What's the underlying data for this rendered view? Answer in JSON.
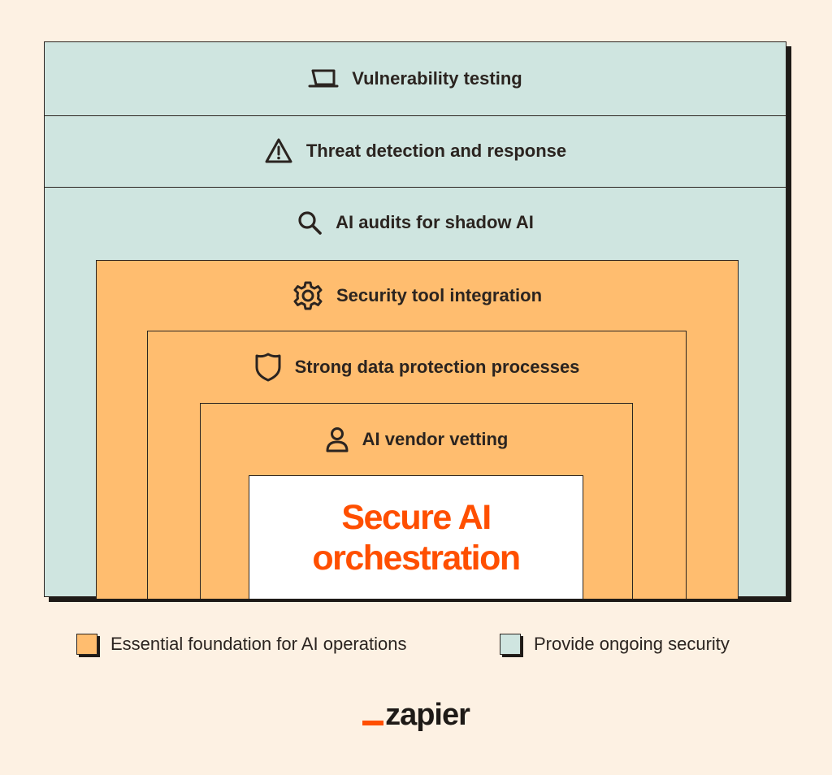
{
  "layers": {
    "vulnerability": {
      "label": "Vulnerability testing",
      "icon": "laptop-icon"
    },
    "threat": {
      "label": "Threat detection and response",
      "icon": "warning-icon"
    },
    "audits": {
      "label": "AI audits for shadow AI",
      "icon": "search-icon"
    },
    "security_tool": {
      "label": "Security tool integration",
      "icon": "gear-icon"
    },
    "data_protection": {
      "label": "Strong data protection processes",
      "icon": "shield-icon"
    },
    "vendor": {
      "label": "AI vendor vetting",
      "icon": "user-icon"
    },
    "core": {
      "line1": "Secure AI",
      "line2": "orchestration"
    }
  },
  "legend": [
    {
      "label": "Essential foundation for AI operations",
      "color": "#ffbd6f"
    },
    {
      "label": "Provide ongoing security",
      "color": "#cfe5e0"
    }
  ],
  "logo": {
    "text": "zapier"
  },
  "colors": {
    "background": "#fdf1e3",
    "teal": "#cfe5e0",
    "orange": "#ffbd6f",
    "accent": "#ff4f00",
    "ink": "#2b2420"
  }
}
